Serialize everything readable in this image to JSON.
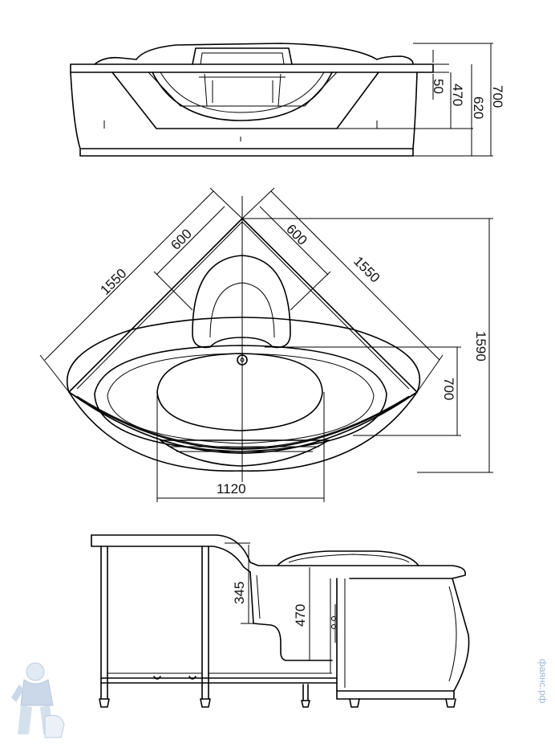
{
  "views": {
    "front": {
      "dim_total_height": "700",
      "dim_body_height": "620",
      "dim_basin_depth": "470",
      "dim_rim": "50"
    },
    "top": {
      "dim_side_left": "1550",
      "dim_side_right": "1550",
      "dim_seat_left": "600",
      "dim_seat_right": "600",
      "dim_depth": "1590",
      "dim_basin_depth": "700",
      "dim_width": "1120"
    },
    "side": {
      "dim_seat_height": "345",
      "dim_inner_depth": "470"
    }
  },
  "watermark": "фаянс.рф",
  "logo": {
    "icon": "plumber-mascot-icon"
  }
}
